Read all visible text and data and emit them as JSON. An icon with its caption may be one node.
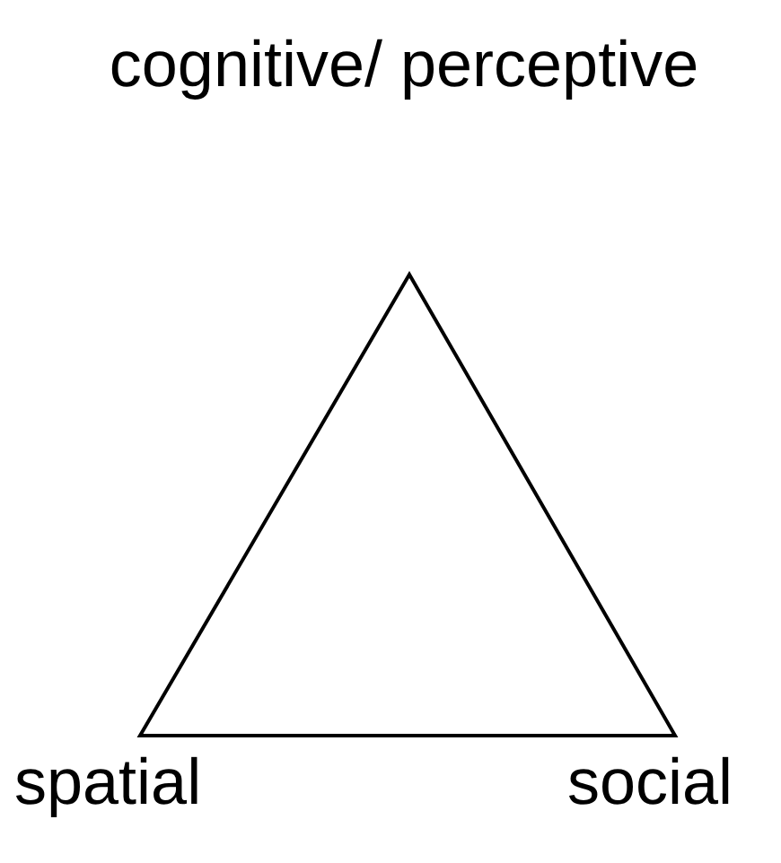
{
  "diagram": {
    "labels": [
      "cognitive/ perceptive",
      "spatial",
      "social"
    ]
  }
}
